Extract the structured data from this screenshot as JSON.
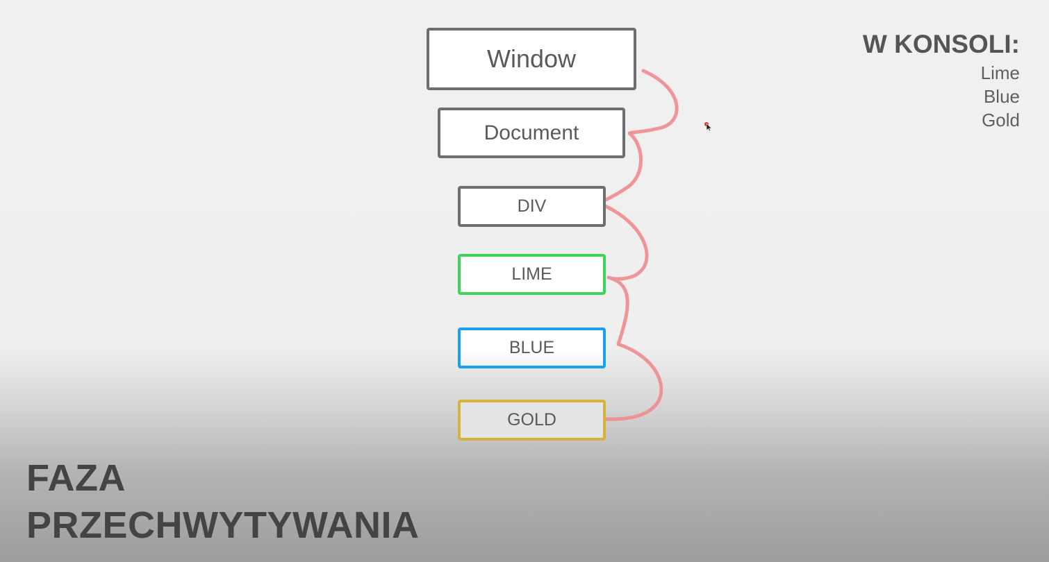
{
  "diagram": {
    "boxes": [
      {
        "id": "window",
        "label": "Window",
        "border_color": "#6e6e70"
      },
      {
        "id": "document",
        "label": "Document",
        "border_color": "#6e6e70"
      },
      {
        "id": "div",
        "label": "DIV",
        "border_color": "#6e6e70"
      },
      {
        "id": "lime",
        "label": "LIME",
        "border_color": "#3dd45a"
      },
      {
        "id": "blue",
        "label": "BLUE",
        "border_color": "#17a1f0"
      },
      {
        "id": "gold",
        "label": "GOLD",
        "border_color": "#d4b53a"
      }
    ],
    "flow_color": "#f08d8f"
  },
  "console": {
    "title": "W KONSOLI:",
    "lines": [
      "Lime",
      "Blue",
      "Gold"
    ]
  },
  "phase": {
    "line1": "FAZA",
    "line2": "PRZECHWYTYWANIA"
  }
}
